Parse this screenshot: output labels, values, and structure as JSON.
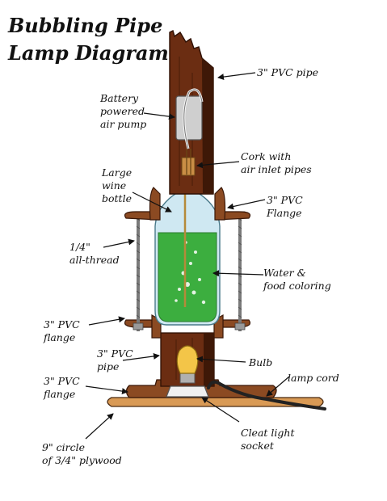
{
  "title": [
    "Bubbling Pipe",
    "Lamp Diagram"
  ],
  "labels": {
    "pvc_pipe_top": "3\" PVC pipe",
    "air_pump": "Battery\npowered\nair pump",
    "cork": "Cork with\nair inlet pipes",
    "wine_bottle": "Large\nwine\nbottle",
    "pvc_flange_top": "3\" PVC\nFlange",
    "all_thread": "1/4\"\nall-thread",
    "water": "Water &\nfood coloring",
    "pvc_flange_lower": "3\" PVC\nflange",
    "pvc_pipe_lower": "3\" PVC\npipe",
    "bulb": "Bulb",
    "lamp_cord": "lamp cord",
    "pvc_flange_base": "3\" PVC\nflange",
    "cleat_socket": "Cleat light\nsocket",
    "plywood": "9\" circle\nof 3/4\" plywood"
  },
  "colors": {
    "pipe": "#6b2d12",
    "pipe_shade": "#3e1807",
    "flange": "#8b4a22",
    "bottle_glass": "#cfe8f2",
    "water": "#3cae3f",
    "bulb": "#f3c548",
    "pump": "#cfcfcf",
    "thread": "#7a7a7a",
    "ink": "#111111"
  }
}
